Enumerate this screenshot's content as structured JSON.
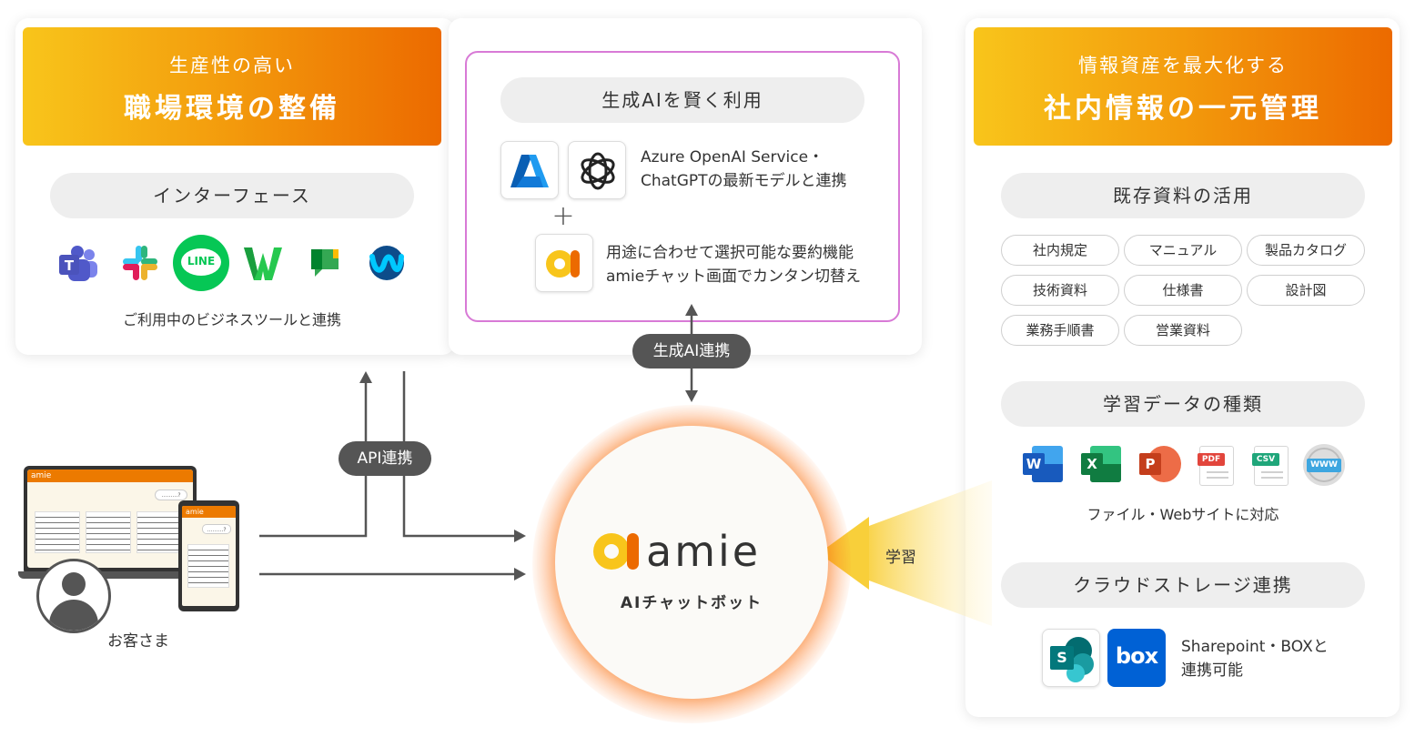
{
  "left_panel": {
    "header_sub": "生産性の高い",
    "header_main": "職場環境の整備",
    "pill": "インターフェース",
    "line_label": "LINE",
    "caption": "ご利用中のビジネスツールと連携"
  },
  "ai_panel": {
    "pill": "生成AIを賢く利用",
    "text1_line1": "Azure OpenAI Service・",
    "text1_line2": "ChatGPTの最新モデルと連携",
    "plus": "+",
    "text2_line1": "用途に合わせて選択可能な要約機能",
    "text2_line2": "amieチャット画面でカンタン切替え"
  },
  "right_panel": {
    "header_sub": "情報資産を最大化する",
    "header_main": "社内情報の一元管理",
    "pill_existing": "既存資料の活用",
    "chips": [
      "社内規定",
      "マニュアル",
      "製品カタログ",
      "技術資料",
      "仕様書",
      "設計図",
      "業務手順書",
      "営業資料"
    ],
    "pill_learning": "学習データの種類",
    "file_labels": [
      "W",
      "X",
      "P",
      "PDF",
      "CSV",
      "WWW"
    ],
    "file_caption": "ファイル・Webサイトに対応",
    "pill_cloud": "クラウドストレージ連携",
    "cloud_text_line1": "Sharepoint・BOXと",
    "cloud_text_line2": "連携可能",
    "sharepoint_letter": "S",
    "box_label": "box"
  },
  "connections": {
    "api": "API連携",
    "genai": "生成AI連携",
    "learning": "学習"
  },
  "customer": {
    "label": "お客さま",
    "app_name": "amie",
    "bubble_text": "………?"
  },
  "center": {
    "logo_text": "amie",
    "subtitle": "AIチャットボット"
  },
  "colors": {
    "orange": "#ec6a00",
    "yellow": "#f8c51b",
    "magenta_border": "#d87ad6",
    "dark_pill": "#555555"
  }
}
